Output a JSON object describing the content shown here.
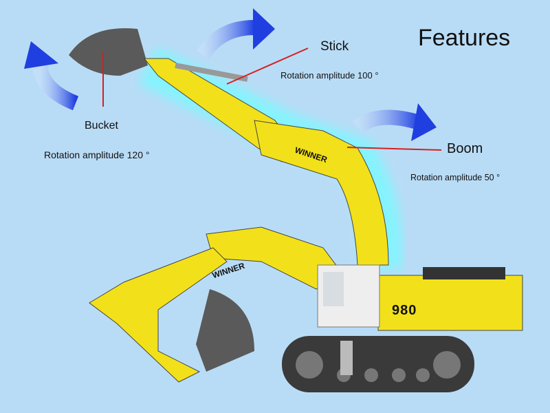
{
  "title": "Features",
  "annotations": {
    "stick": {
      "label": "Stick",
      "amplitude": "Rotation amplitude 100 °"
    },
    "bucket": {
      "label": "Bucket",
      "amplitude": "Rotation amplitude 120 °"
    },
    "boom": {
      "label": "Boom",
      "amplitude": "Rotation amplitude 50 °"
    }
  },
  "model": {
    "brand_upper": "WINNER",
    "brand_lower": "WINNER",
    "number": "980"
  },
  "colors": {
    "background": "#b9dcf6",
    "arrow": "#1f3fe0",
    "pointer": "#d42020",
    "body": "#f2e11a",
    "glow": "#7ff6ff"
  }
}
